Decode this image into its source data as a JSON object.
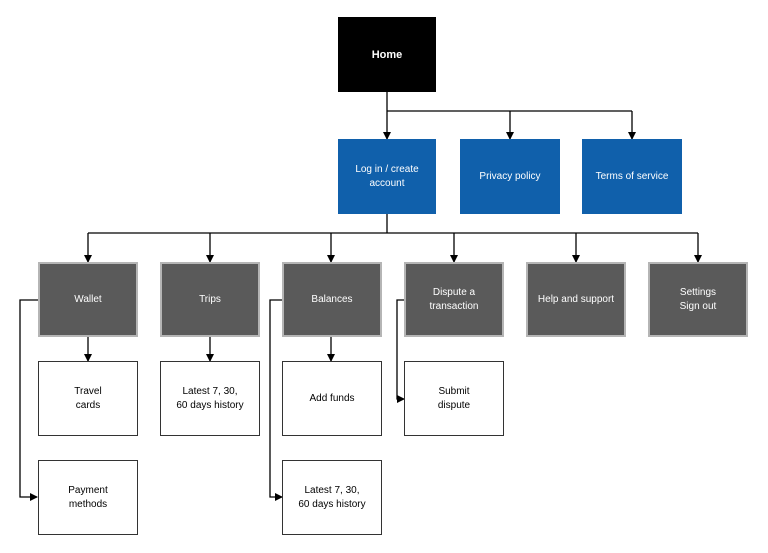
{
  "diagram": {
    "root": {
      "label": "Home"
    },
    "level1": [
      {
        "label": "Log in / create account"
      },
      {
        "label": "Privacy policy"
      },
      {
        "label": "Terms of service"
      }
    ],
    "level2": [
      {
        "label": "Wallet"
      },
      {
        "label": "Trips"
      },
      {
        "label": "Balances"
      },
      {
        "label": "Dispute a\ntransaction"
      },
      {
        "label": "Help and support"
      },
      {
        "label": "Settings\nSign out"
      }
    ],
    "leaves": {
      "wallet": [
        {
          "label": "Travel\ncards"
        },
        {
          "label": "Payment\nmethods"
        }
      ],
      "trips": [
        {
          "label": "Latest 7, 30,\n60 days history"
        }
      ],
      "balances": [
        {
          "label": "Add funds"
        },
        {
          "label": "Latest 7, 30,\n60 days history"
        }
      ],
      "dispute": [
        {
          "label": "Submit\ndispute"
        }
      ]
    },
    "colors": {
      "home": "#000000",
      "level1": "#1060ab",
      "level2": "#5a5a5a",
      "leaf": "#ffffff",
      "connector": "#000000"
    }
  }
}
